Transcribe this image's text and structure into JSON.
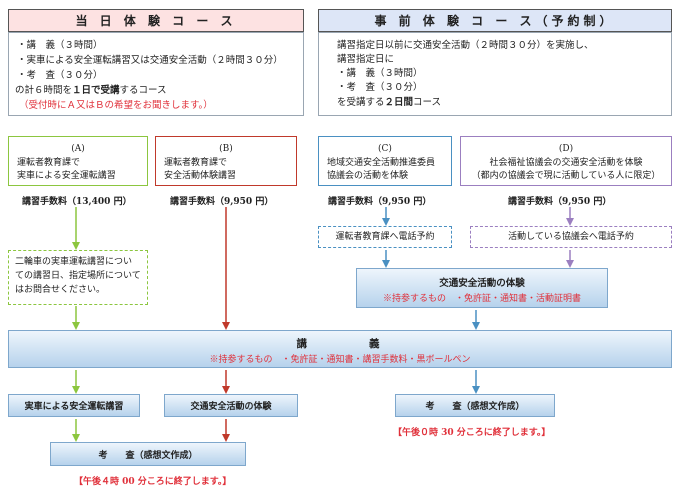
{
  "left_title": "当 日 体 験 コ ー ス",
  "right_title": "事 前 体 験 コ ー ス（予約制）",
  "left_panel": {
    "lines": [
      "・講　義（３時間）",
      "・実車による安全運転講習又は交通安全活動（２時間３０分）",
      "・考　査（３０分）"
    ],
    "total_prefix": "の計６時間を",
    "total_bold": "１日で受講",
    "total_suffix": "するコース",
    "note": "（受付時にＡ又はＢの希望をお聞きします。）"
  },
  "right_panel": {
    "lines": [
      "講習指定日以前に交通安全活動（２時間３０分）を実施し、",
      "講習指定日に",
      "・講　義（３時間）",
      "・考　査（３０分）"
    ],
    "total_prefix": "を受講する",
    "total_bold": "２日間",
    "total_suffix": "コース"
  },
  "options": [
    {
      "letter": "(A)",
      "lines": [
        "運転者教育課で",
        "実車による安全運転講習"
      ],
      "fee": "講習手数料（13,400 円）",
      "color": "#8cc63f"
    },
    {
      "letter": "(B)",
      "lines": [
        "運転者教育課で",
        "安全活動体験講習"
      ],
      "fee": "講習手数料（9,950 円）",
      "color": "#c0392b"
    },
    {
      "letter": "(C)",
      "lines": [
        "地域交通安全活動推進委員",
        "協議会の活動を体験"
      ],
      "fee": "講習手数料（9,950 円）",
      "color": "#4a90c2"
    },
    {
      "letter": "(D)",
      "lines": [
        "社会福祉協議会の交通安全活動を体験",
        "（都内の協議会で現に活動している人に限定）"
      ],
      "fee": "講習手数料（9,950 円）",
      "color": "#9b7fc0"
    }
  ],
  "inquiry_box": [
    "二輪車の実車運転講習につい",
    "ての講習日、指定場所について",
    "はお問合せください。"
  ],
  "reserve_c": "運転者教育課へ電話予約",
  "reserve_d": "活動している協議会へ電話予約",
  "activity_box": {
    "title": "交通安全活動の体験",
    "note": "※持参するもの　・免許証・通知書・活動証明書"
  },
  "lecture_box": {
    "title": "講　　　　義",
    "note": "※持参するもの　・免許証・通知書・講習手数料・黒ボールペン"
  },
  "practical_box": "実車による安全運転講習",
  "activity_box2": "交通安全活動の体験",
  "exam_left": "考　　査（感想文作成）",
  "exam_right": "考　　査（感想文作成）",
  "end_left": "【午後４時 00 分ころに終了します。】",
  "end_right": "【午後０時 30 分ころに終了します。】",
  "colors": {
    "left_title_bg": "#fde2e2",
    "right_title_bg": "#dde6f7",
    "green": "#8cc63f",
    "red": "#c0392b",
    "blue": "#4a90c2",
    "purple": "#9b7fc0",
    "note_red": "#e0303a"
  }
}
